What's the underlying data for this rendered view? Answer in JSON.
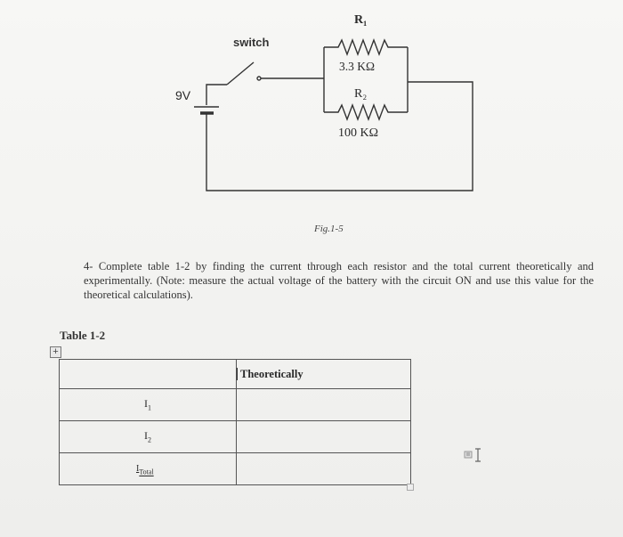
{
  "circuit": {
    "switch_label": "switch",
    "r1_label": "R₁",
    "r1_value": "3.3 KΩ",
    "r2_label": "R₂",
    "r2_value": "100 KΩ",
    "battery_label": "9V"
  },
  "figure_caption": "Fig.1-5",
  "question": {
    "text": "4- Complete table 1-2 by finding the current through each resistor and the total current theoretically and experimentally. (Note: measure the actual voltage of the battery with the circuit ON and use this value for the theoretical calculations)."
  },
  "table": {
    "label": "Table 1-2",
    "handle_icon": "+",
    "header": [
      "",
      "Theoretically"
    ],
    "rows": [
      {
        "label_main": "I",
        "label_sub": "1",
        "theoretical": ""
      },
      {
        "label_main": "I",
        "label_sub": "2",
        "theoretical": ""
      },
      {
        "label_main": "I",
        "label_sub": "Total",
        "theoretical": ""
      }
    ]
  }
}
